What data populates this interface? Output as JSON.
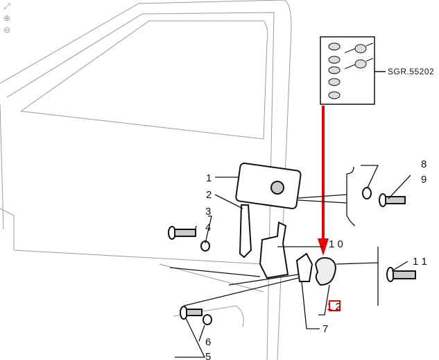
{
  "toolbar": {
    "icons": [
      "fit-icon",
      "zoom-in-icon",
      "zoom-out-icon"
    ]
  },
  "kit_reference": "SGR.55202",
  "callouts": [
    "1",
    "2",
    "3",
    "4",
    "5",
    "6",
    "7",
    "8",
    "9",
    "1 0",
    "1 1",
    "1 2"
  ],
  "highlighted_callout": "1 2",
  "colors": {
    "arrow": "#e00000",
    "highlight": "#e00000",
    "line": "#111111",
    "door": "#999999"
  }
}
